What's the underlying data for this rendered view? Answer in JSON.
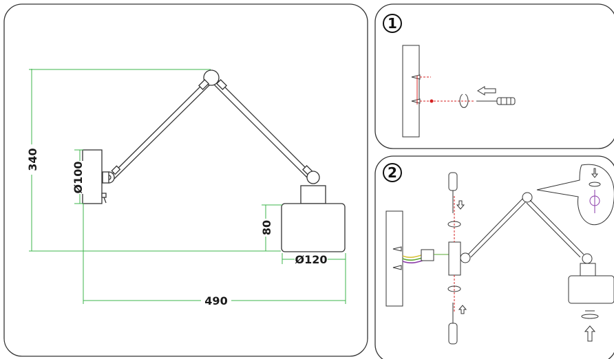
{
  "dimensions": {
    "height": "340",
    "base_diameter": "Ø100",
    "shade_height": "80",
    "shade_diameter": "Ø120",
    "reach": "490"
  },
  "steps": [
    {
      "number": "1"
    },
    {
      "number": "2"
    }
  ],
  "colors": {
    "dimension_line": "#3cb44b",
    "drill_line": "#d42020",
    "wire_yellow": "#d8c23a",
    "wire_green": "#5aa832",
    "wire_purple": "#8a3aa8",
    "outline": "#333333"
  },
  "icons": [
    "screwdriver-icon",
    "screw-icon",
    "rotate-arrow-icon",
    "push-arrow-icon",
    "wall-plug-icon"
  ]
}
